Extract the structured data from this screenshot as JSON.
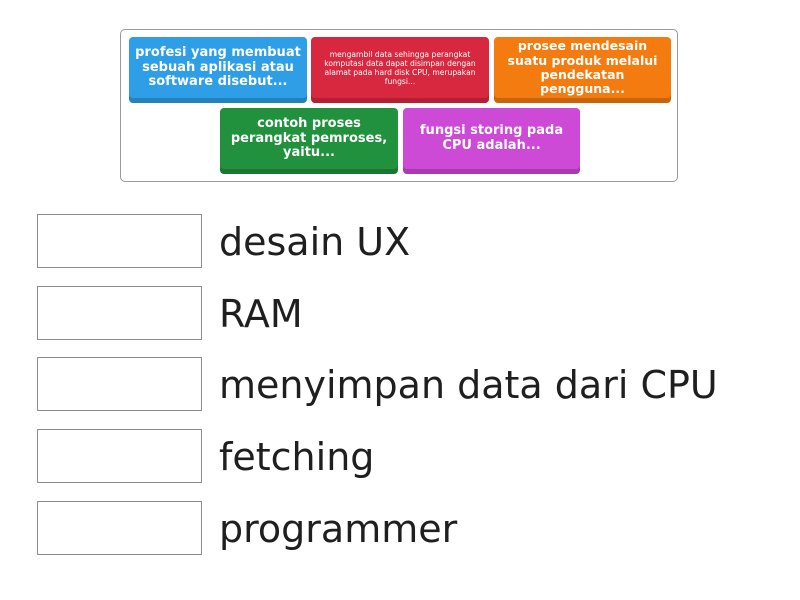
{
  "cards": [
    {
      "text": "profesi yang membuat sebuah aplikasi atau software disebut...",
      "color": "#2e9ee6"
    },
    {
      "text": "mengambil data sehingga perangkat komputasi data dapat disimpan dengan alamat pada hard disk CPU, merupakan fungsi...",
      "color": "#d8283f"
    },
    {
      "text": "prosee mendesain suatu produk melalui pendekatan pengguna...",
      "color": "#f47b0f"
    },
    {
      "text": "contoh proses perangkat pemroses, yaitu...",
      "color": "#22913e"
    },
    {
      "text": "fungsi storing pada CPU adalah...",
      "color": "#cc4ad6"
    }
  ],
  "answers": [
    {
      "label": "desain UX"
    },
    {
      "label": "RAM"
    },
    {
      "label": "menyimpan data dari CPU"
    },
    {
      "label": "fetching"
    },
    {
      "label": "programmer"
    }
  ]
}
